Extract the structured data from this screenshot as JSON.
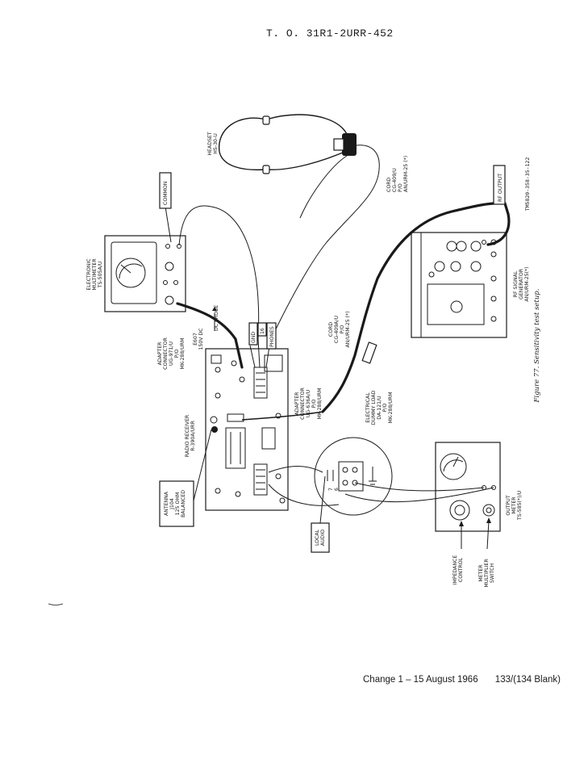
{
  "header": {
    "doc_number": "T. O. 31R1-2URR-452"
  },
  "footer": {
    "change": "Change 1 – 15 August 1966",
    "page": "133/(134 Blank)"
  },
  "figure": {
    "caption": "Figure 77. Sensitivity test setup.",
    "ref_number": "TM5820-358-35-122"
  },
  "labels": {
    "headset": [
      "HEADSET",
      "H5-30-U"
    ],
    "cord_upper": [
      "CORD",
      "CG-409/U",
      "P/O",
      "AN/URM-25 (*)"
    ],
    "cord_lower": [
      "CORD",
      "CG-409A/U",
      "P/O",
      "AN/URM-25 (*)"
    ],
    "rf_output": "RF OUTPUT",
    "rf_generator": [
      "RF SIGNAL",
      "GENERATOR",
      "AN/URM-25(*)"
    ],
    "common": "COMMON",
    "multimeter": [
      "ELECTRONIC",
      "MULTIMETER",
      "TS-505A/U"
    ],
    "dc_probe": "DC PROBE",
    "e607": [
      "E607",
      "150V DC"
    ],
    "gnd": "GND",
    "pin16": "16",
    "phones": "PHONES",
    "adapter_upper": [
      "ADAPTER",
      "CONNECTOR",
      "UG-971/U",
      "P/O",
      "MK-288/URM"
    ],
    "adapter_lower": [
      "ADAPTER",
      "CONNECTOR",
      "UG-636A/U",
      "P/O",
      "MK-288/URM"
    ],
    "dummy_load": [
      "ELECTRICAL",
      "DUMMY LOAD",
      "DA-121/U",
      "P/O",
      "MK-288/URM"
    ],
    "receiver": [
      "RADIO RECEIVER",
      "R-390A/URR"
    ],
    "antenna": [
      "ANTENNA",
      "J104",
      "125 OHM",
      "BALANCED"
    ],
    "local_audio": [
      "LOCAL",
      "AUDIO"
    ],
    "terminal_numbers": [
      "7",
      "6"
    ],
    "output_meter": [
      "OUTPUT",
      "METER",
      "TS-585(*)/U"
    ],
    "impedance_control": [
      "IMPEDANCE",
      "CONTROL"
    ],
    "meter_multiplier": [
      "METER",
      "MULTIPLIER",
      "SWITCH"
    ]
  }
}
